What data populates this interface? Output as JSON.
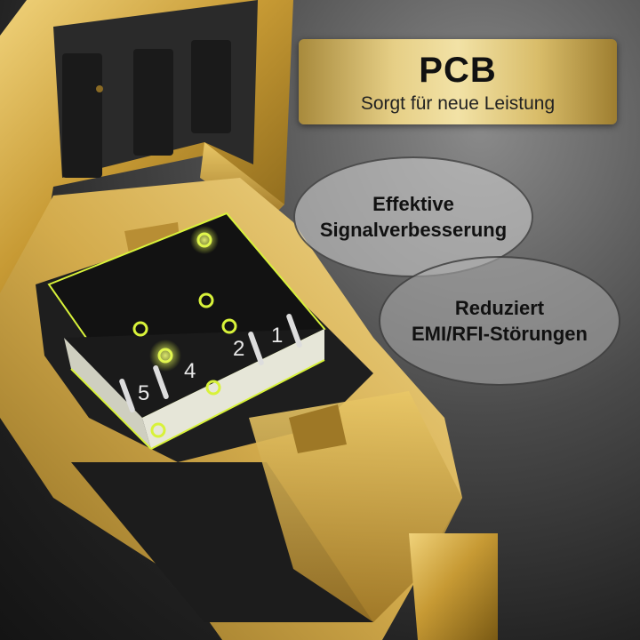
{
  "banner": {
    "title": "PCB",
    "subtitle": "Sorgt für neue Leistung"
  },
  "bubbles": [
    {
      "line1": "Effektive",
      "line2": "Signalverbesserung"
    },
    {
      "line1": "Reduziert",
      "line2": "EMI/RFI-Störungen"
    }
  ],
  "pcb_labels": [
    "5",
    "4",
    "2",
    "1"
  ],
  "colors": {
    "gold": "#d8b24a",
    "gold_dark": "#8f6f1e",
    "pcb": "#151515",
    "glow": "#d8f23a"
  }
}
